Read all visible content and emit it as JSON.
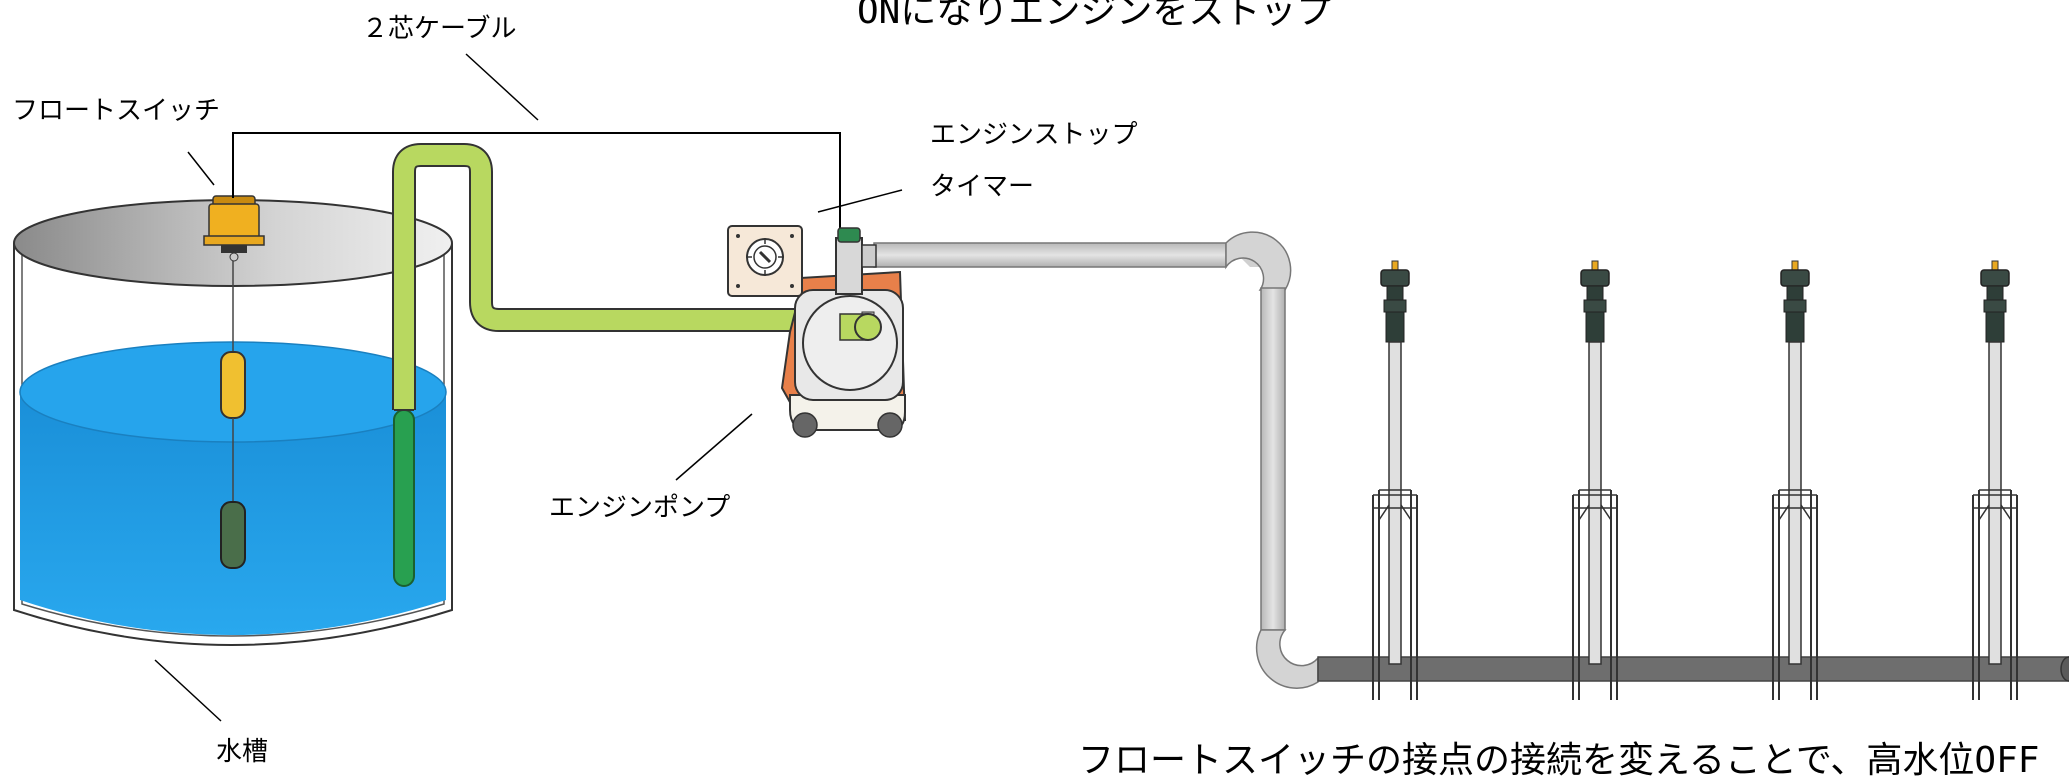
{
  "labels": {
    "title_top": "ONになりエンジンをストップ",
    "cable": "２芯ケーブル",
    "float_switch": "フロートスイッチ",
    "engine_stop": "エンジンストップ",
    "timer": "タイマー",
    "engine_pump": "エンジンポンプ",
    "tank": "水槽",
    "caption_bottom": "フロートスイッチの接点の接続を変えることで、高水位OFF"
  },
  "colors": {
    "water": "#1a9fe3",
    "float_upper": "#f0c030",
    "float_lower": "#4a6e4a",
    "suction_hose": "#b8d860",
    "submerged_hose": "#28a050",
    "pipe": "#c8c8c8",
    "ground_pipe": "#6e6e6e",
    "pump_orange": "#e8804a",
    "switch_gold": "#e8a820",
    "sprinkler_head": "#3a4a44"
  },
  "icons": [
    "float-switch-icon",
    "engine-pump-icon",
    "timer-icon",
    "sprinkler-icon"
  ]
}
